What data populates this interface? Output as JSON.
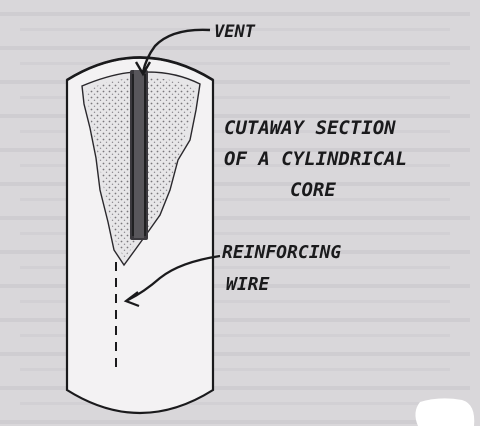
{
  "labels": {
    "vent": "VENT",
    "caption_line1": "CUTAWAY SECTION",
    "caption_line2": "OF A CYLINDRICAL",
    "caption_line3": "CORE",
    "wire_line1": "REINFORCING",
    "wire_line2": "WIRE"
  },
  "colors": {
    "paper": "#d9d7da",
    "ink": "#1a1a1c",
    "core_fill": "#f3f2f3",
    "stipple": "#6d6b70",
    "sticker": "#ffffff"
  }
}
